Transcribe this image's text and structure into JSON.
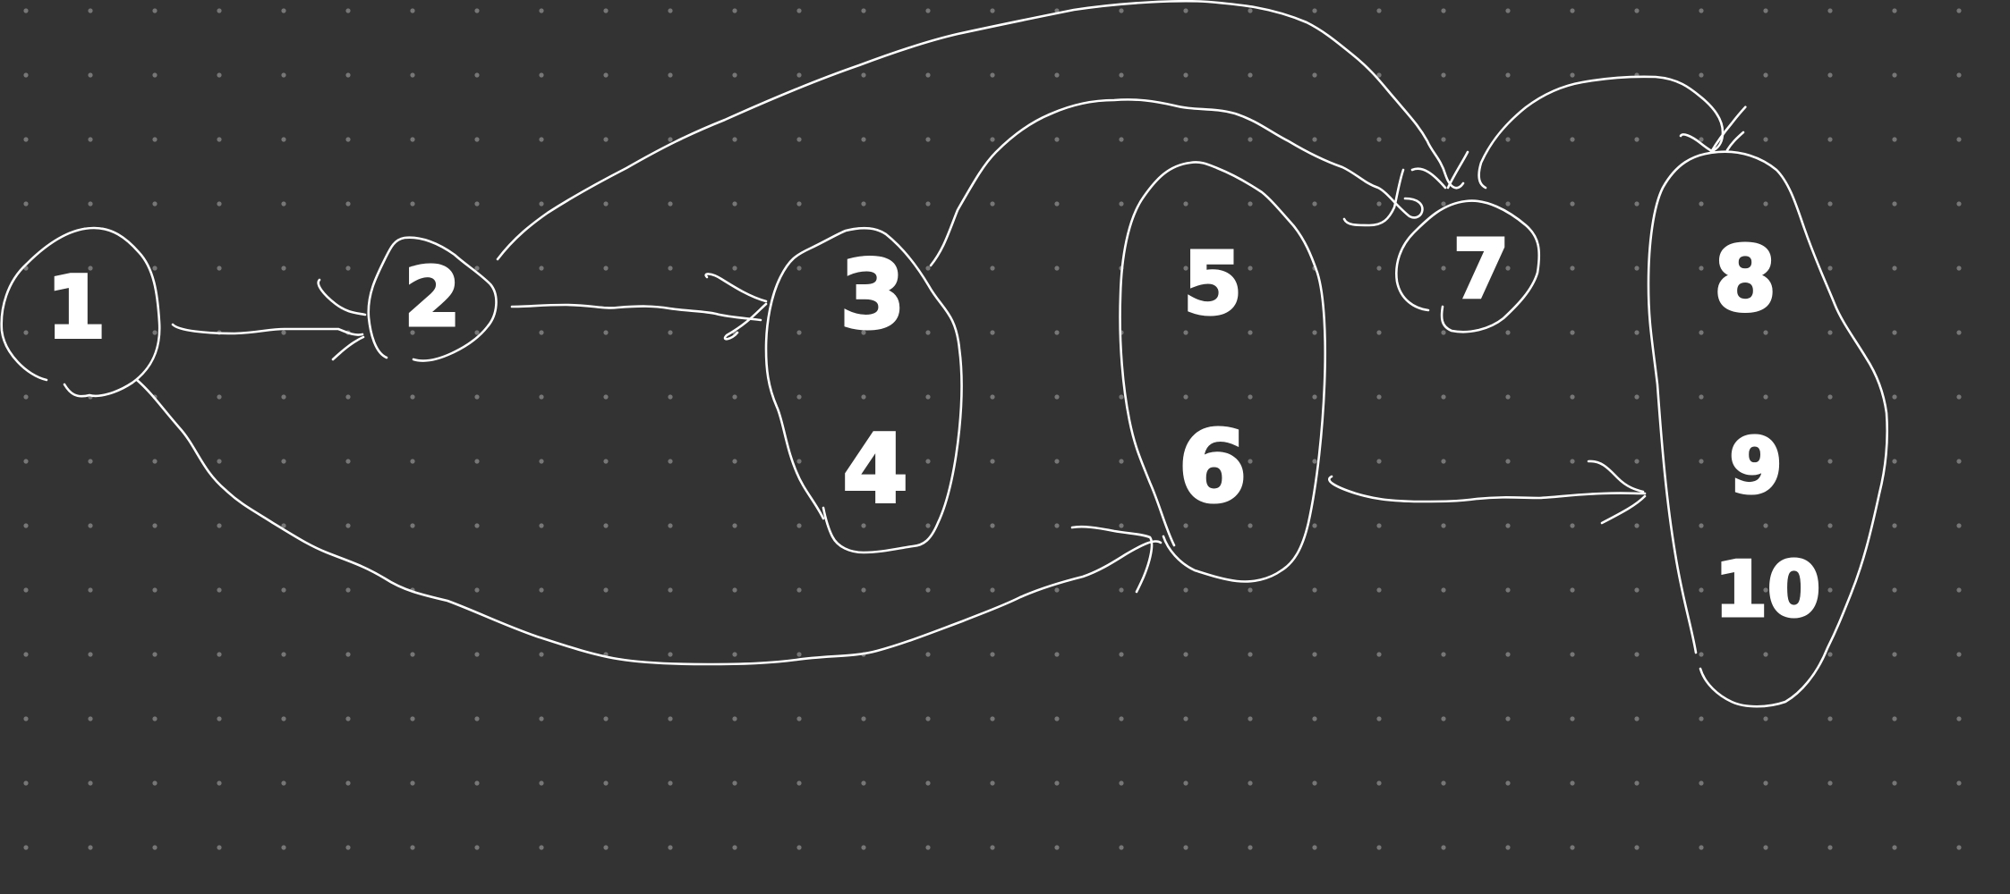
{
  "canvas": {
    "background": "#333333",
    "dot_color": "#777777",
    "ink_color": "#ffffff"
  },
  "nodes": [
    {
      "id": "1",
      "label": "1"
    },
    {
      "id": "2",
      "label": "2"
    },
    {
      "id": "3",
      "label": "3"
    },
    {
      "id": "4",
      "label": "4"
    },
    {
      "id": "5",
      "label": "5"
    },
    {
      "id": "6",
      "label": "6"
    },
    {
      "id": "7",
      "label": "7"
    },
    {
      "id": "8",
      "label": "8"
    },
    {
      "id": "9",
      "label": "9"
    },
    {
      "id": "10",
      "label": "10"
    }
  ],
  "groups": [
    {
      "id": "group-1",
      "members": [
        "1"
      ]
    },
    {
      "id": "group-2",
      "members": [
        "2"
      ]
    },
    {
      "id": "group-3-4",
      "members": [
        "3",
        "4"
      ]
    },
    {
      "id": "group-5-6",
      "members": [
        "5",
        "6"
      ]
    },
    {
      "id": "group-7",
      "members": [
        "7"
      ]
    },
    {
      "id": "group-8-9-10",
      "members": [
        "8",
        "9",
        "10"
      ]
    }
  ],
  "edges": [
    {
      "from": "group-1",
      "to": "group-2"
    },
    {
      "from": "group-2",
      "to": "group-3-4"
    },
    {
      "from": "group-2",
      "to": "group-7"
    },
    {
      "from": "group-3-4",
      "to": "group-7"
    },
    {
      "from": "group-1",
      "to": "group-5-6"
    },
    {
      "from": "group-5-6",
      "to": "group-8-9-10"
    },
    {
      "from": "group-7",
      "to": "group-8-9-10"
    }
  ]
}
